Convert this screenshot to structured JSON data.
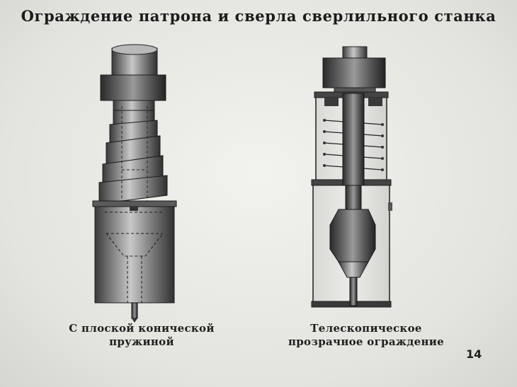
{
  "title": "Ограждение патрона и сверла сверлильного станка",
  "figures": [
    {
      "caption_line1": "С плоской конической",
      "caption_line2": "пружиной"
    },
    {
      "caption_line1": "Телескопическое",
      "caption_line2": "прозрачное ограждение"
    }
  ],
  "page_number": "14"
}
